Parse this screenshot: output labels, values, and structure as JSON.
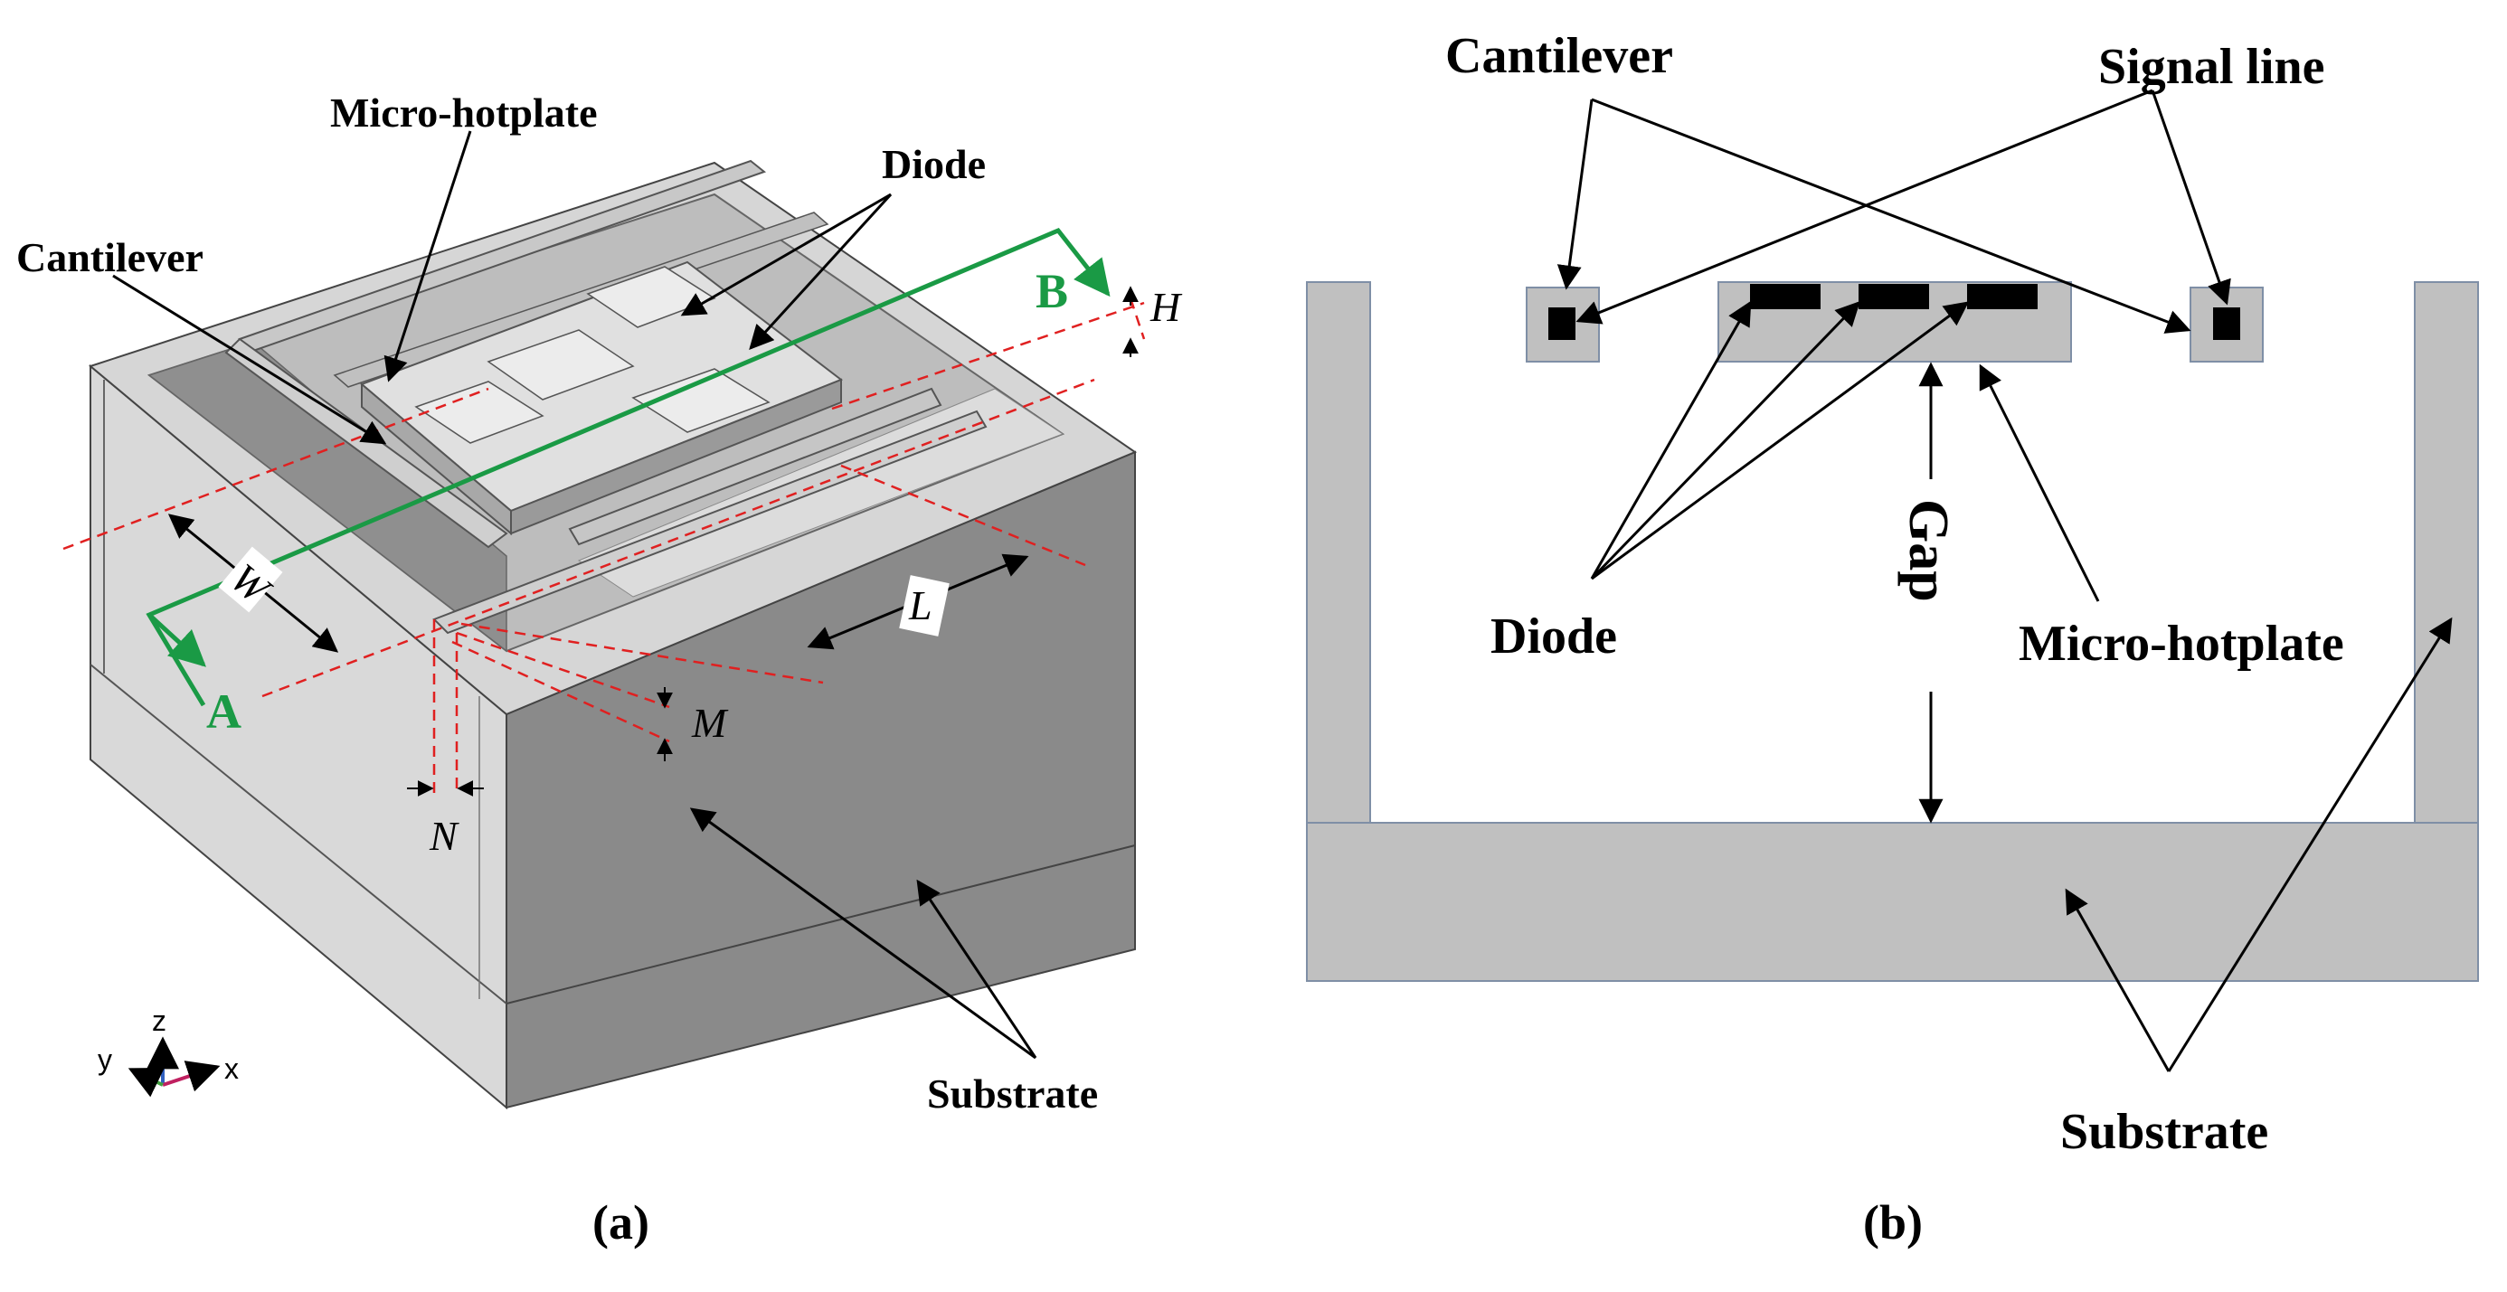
{
  "panel_a": {
    "caption": "(a)",
    "labels": {
      "micro_hotplate": "Micro-hotplate",
      "diode": "Diode",
      "cantilever": "Cantilever",
      "substrate": "Substrate"
    },
    "section_markers": {
      "a": "A",
      "b": "B"
    },
    "dimensions": {
      "h": "H",
      "w": "W",
      "l": "L",
      "m": "M",
      "n": "N"
    },
    "axes": {
      "x": "x",
      "y": "y",
      "z": "z"
    },
    "colors": {
      "section_line": "#1a9a45",
      "dim_line": "#e02020",
      "body": "#8a8a8a",
      "top": "#d6d6d6"
    }
  },
  "panel_b": {
    "caption": "(b)",
    "labels": {
      "cantilever": "Cantilever",
      "signal_line": "Signal line",
      "diode": "Diode",
      "gap": "Gap",
      "micro_hotplate": "Micro-hotplate",
      "substrate": "Substrate"
    },
    "colors": {
      "fill": "#c0c0c0",
      "edge": "#7f8fa6",
      "conductor": "#000000"
    }
  }
}
